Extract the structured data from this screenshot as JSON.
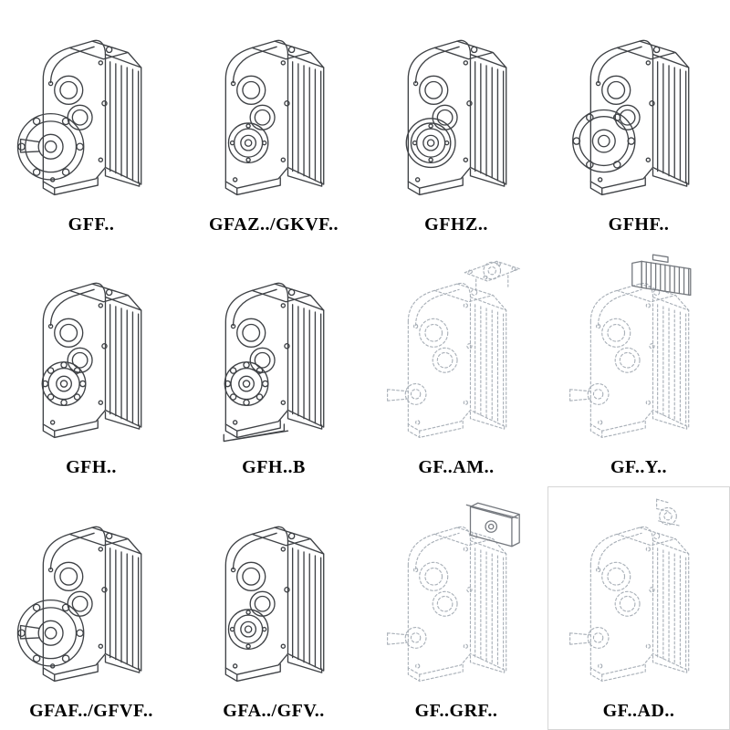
{
  "page": {
    "background": "#ffffff",
    "description": "Catalog sheet of helical gear unit mounting variants"
  },
  "colors": {
    "line": "#3f4246",
    "phantom_line": "#a9b0b8",
    "attachment_line": "#74787e",
    "label": "#000000",
    "box_border": "#d6d6d6"
  },
  "catalog": {
    "items": [
      {
        "label": "GFF..",
        "drawing": "gear-unit-output-flange-solid-shaft"
      },
      {
        "label": "GFAZ../GKVF..",
        "drawing": "gear-unit-hollow-output-shaft"
      },
      {
        "label": "GFHZ..",
        "drawing": "gear-unit-hollow-shaft-shrink-disc"
      },
      {
        "label": "GFHF..",
        "drawing": "gear-unit-output-flange-hollow-shaft"
      },
      {
        "label": "GFH..",
        "drawing": "foot-mounted-gear-unit-hollow-shaft"
      },
      {
        "label": "GFH..B",
        "drawing": "foot-mounted-gear-unit-hollow-shaft-base"
      },
      {
        "label": "GF..AM..",
        "drawing": "gear-unit-motor-adapter-flange-phantom"
      },
      {
        "label": "GF..Y..",
        "drawing": "gear-unit-with-mounted-motor-phantom"
      },
      {
        "label": "GFAF../GFVF..",
        "drawing": "gear-unit-output-flange"
      },
      {
        "label": "GFA../GFV..",
        "drawing": "shaft-mounted-gear-unit"
      },
      {
        "label": "GF..GRF..",
        "drawing": "gear-unit-input-adapter-housing-phantom"
      },
      {
        "label": "GF..AD..",
        "drawing": "gear-unit-input-shaft-adapter-phantom"
      }
    ]
  }
}
